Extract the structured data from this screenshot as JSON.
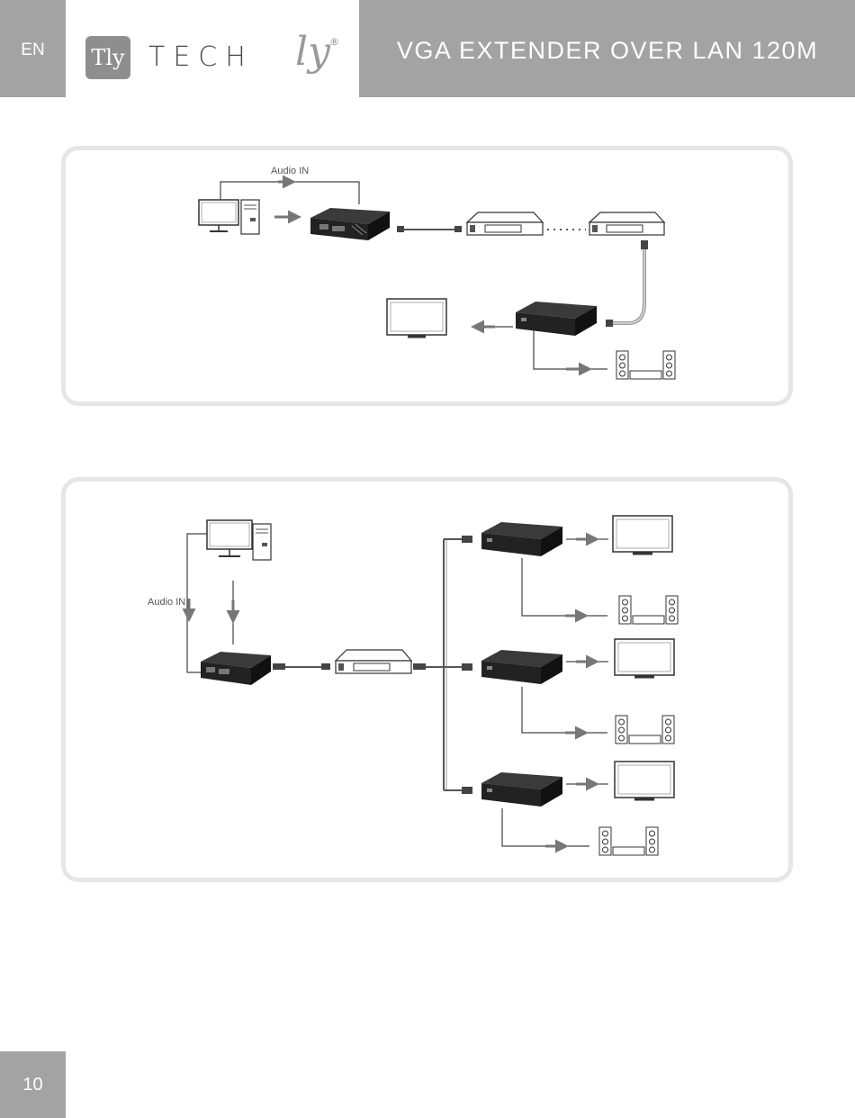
{
  "header": {
    "lang": "EN",
    "title": "VGA EXTENDER OVER LAN 120M",
    "logo": {
      "mark": "Tly",
      "wordmark": "TECH",
      "script": "ly",
      "reg": "®"
    }
  },
  "diagram1": {
    "audio_label": "Audio IN"
  },
  "diagram2": {
    "audio_label": "Audio IN"
  },
  "footer": {
    "page": "10"
  }
}
